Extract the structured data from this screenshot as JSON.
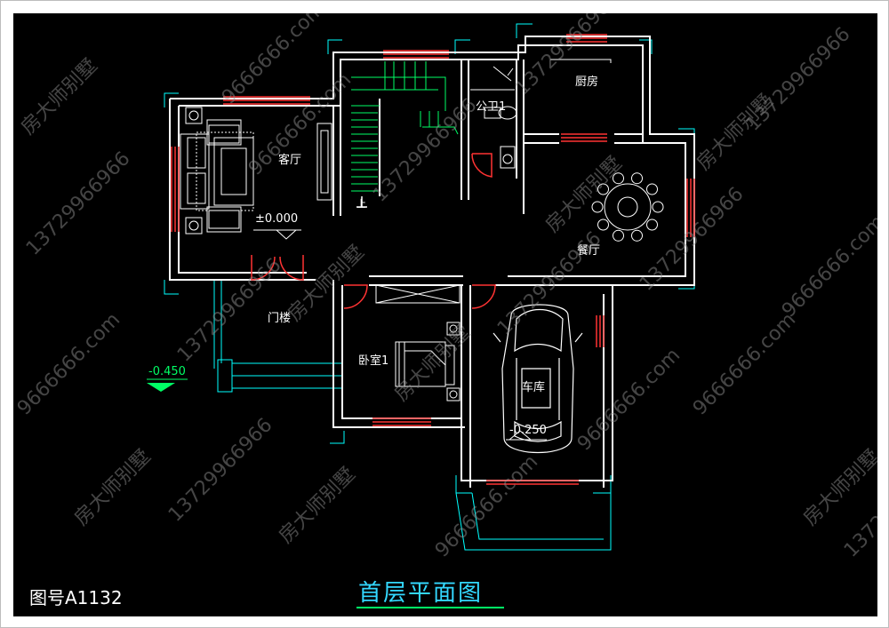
{
  "rooms": {
    "living_room": "客厅",
    "kitchen": "厨房",
    "public_toilet": "公卫1",
    "dining_room": "餐厅",
    "entrance_porch": "门楼",
    "bedroom": "卧室1",
    "garage": "车库",
    "stair_mark": "上"
  },
  "elevations": {
    "floor": "±0.000",
    "porch": "-0.450",
    "garage": "-0.250"
  },
  "drawing": {
    "code": "图号A1132",
    "title": "首层平面图"
  },
  "watermarks": [
    "房大师别墅",
    "13729966966",
    "9666666.com"
  ],
  "colors": {
    "background": "#000000",
    "wall": "#ffffff",
    "window": "#ff3333",
    "furniture": "#ffffff",
    "column": "#00ffff",
    "stair": "#00ff66",
    "title": "#33d8ff",
    "title_underline": "#00ff66",
    "elevation_marker": "#00ff66"
  }
}
